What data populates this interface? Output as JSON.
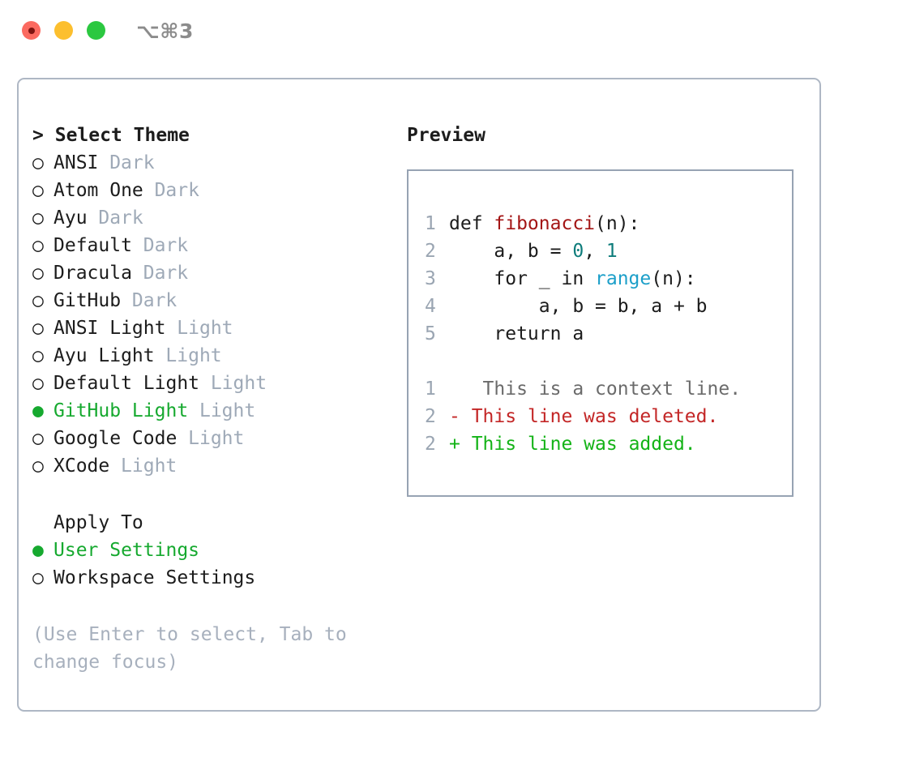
{
  "titlebar": {
    "shortcut": "⌥⌘3",
    "buttons": [
      {
        "name": "close",
        "color": "#fb6a60"
      },
      {
        "name": "minimize",
        "color": "#fcbf2e"
      },
      {
        "name": "maximize",
        "color": "#2bc840"
      }
    ]
  },
  "colors": {
    "accent_green": "#16a92f",
    "muted": "#9ea9b7",
    "hint": "#a7b0bd",
    "text": "#1c1c1c",
    "border": "#aeb7c4",
    "preview_border": "#97a3b3",
    "line_number": "#9aa5b2",
    "syntax_function": "#a31515",
    "syntax_number": "#0e7c7b",
    "syntax_call": "#1c9fc9",
    "diff_context": "#6b6b6b",
    "diff_deleted": "#c32626",
    "diff_added": "#14b317"
  },
  "markers": {
    "cursor": ">",
    "selected": "●",
    "unselected": "○"
  },
  "theme_picker": {
    "title": "Select Theme",
    "items": [
      {
        "label": "ANSI",
        "tag": "Dark",
        "selected": false
      },
      {
        "label": "Atom One",
        "tag": "Dark",
        "selected": false
      },
      {
        "label": "Ayu",
        "tag": "Dark",
        "selected": false
      },
      {
        "label": "Default",
        "tag": "Dark",
        "selected": false
      },
      {
        "label": "Dracula",
        "tag": "Dark",
        "selected": false
      },
      {
        "label": "GitHub",
        "tag": "Dark",
        "selected": false
      },
      {
        "label": "ANSI Light",
        "tag": "Light",
        "selected": false
      },
      {
        "label": "Ayu Light",
        "tag": "Light",
        "selected": false
      },
      {
        "label": "Default Light",
        "tag": "Light",
        "selected": false
      },
      {
        "label": "GitHub Light",
        "tag": "Light",
        "selected": true
      },
      {
        "label": "Google Code",
        "tag": "Light",
        "selected": false
      },
      {
        "label": "XCode",
        "tag": "Light",
        "selected": false
      }
    ]
  },
  "apply_to": {
    "title": "Apply To",
    "items": [
      {
        "label": "User Settings",
        "selected": true
      },
      {
        "label": "Workspace Settings",
        "selected": false
      }
    ]
  },
  "hint": "(Use Enter to select, Tab to change focus)",
  "preview": {
    "title": "Preview",
    "code_lines": [
      {
        "number": "1",
        "segments": [
          {
            "text": "def ",
            "token": "plain"
          },
          {
            "text": "fibonacci",
            "token": "function"
          },
          {
            "text": "(n):",
            "token": "plain"
          }
        ]
      },
      {
        "number": "2",
        "segments": [
          {
            "text": "    a, b = ",
            "token": "plain"
          },
          {
            "text": "0",
            "token": "number"
          },
          {
            "text": ", ",
            "token": "plain"
          },
          {
            "text": "1",
            "token": "number"
          }
        ]
      },
      {
        "number": "3",
        "segments": [
          {
            "text": "    for _ in ",
            "token": "plain"
          },
          {
            "text": "range",
            "token": "call"
          },
          {
            "text": "(n):",
            "token": "plain"
          }
        ]
      },
      {
        "number": "4",
        "segments": [
          {
            "text": "        a, b = b, a + b",
            "token": "plain"
          }
        ]
      },
      {
        "number": "5",
        "segments": [
          {
            "text": "    return a",
            "token": "plain"
          }
        ]
      }
    ],
    "diff_lines": [
      {
        "number": "1",
        "sign": " ",
        "text": "  This is a context line.",
        "kind": "context"
      },
      {
        "number": "2",
        "sign": "-",
        "text": " This line was deleted.",
        "kind": "deleted"
      },
      {
        "number": "2",
        "sign": "+",
        "text": " This line was added.",
        "kind": "added"
      }
    ]
  }
}
